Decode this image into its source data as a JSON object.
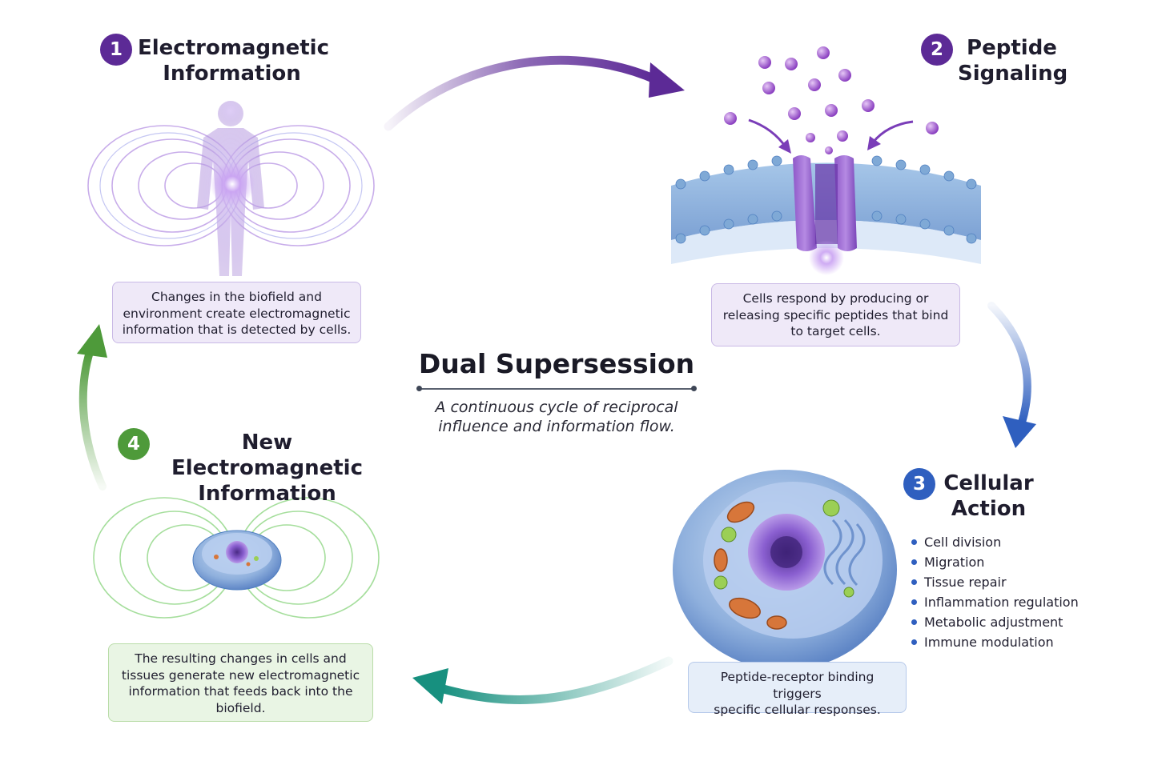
{
  "center": {
    "title": "Dual Supersession",
    "subtitle_lines": [
      "A continuous cycle of reciprocal",
      "influence and information flow."
    ]
  },
  "steps": [
    {
      "number": "1",
      "title_lines": [
        "Electromagnetic",
        "Information"
      ],
      "caption_lines": [
        "Changes in the biofield and",
        "environment create electromagnetic",
        "information that is detected by cells."
      ],
      "illustration": "human-biofield-icon",
      "color": "#5c2a96"
    },
    {
      "number": "2",
      "title_lines": [
        "Peptide",
        "Signaling"
      ],
      "caption_lines": [
        "Cells respond by producing or",
        "releasing specific peptides that bind",
        "to target cells."
      ],
      "illustration": "cell-membrane-receptor-icon",
      "color": "#5c2a96"
    },
    {
      "number": "3",
      "title_lines": [
        "Cellular",
        "Action"
      ],
      "caption_lines": [
        "Peptide-receptor binding triggers",
        "specific cellular responses."
      ],
      "illustration": "cell-cross-section-icon",
      "color": "#2f5fbf",
      "bullets": [
        "Cell division",
        "Migration",
        "Tissue repair",
        "Inflammation regulation",
        "Metabolic adjustment",
        "Immune modulation"
      ]
    },
    {
      "number": "4",
      "title_lines": [
        "New Electromagnetic",
        "Information"
      ],
      "caption_lines": [
        "The resulting changes in cells and",
        "tissues generate new electromagnetic",
        "information that feeds back into the",
        "biofield."
      ],
      "illustration": "cell-field-icon",
      "color": "#4e9a3a"
    }
  ],
  "colors": {
    "purple": "#5c2a96",
    "blue": "#2f5fbf",
    "teal": "#17907f",
    "green": "#4e9a3a",
    "membrane": "#7fa9d6",
    "peptide": "#9a4fc9"
  }
}
